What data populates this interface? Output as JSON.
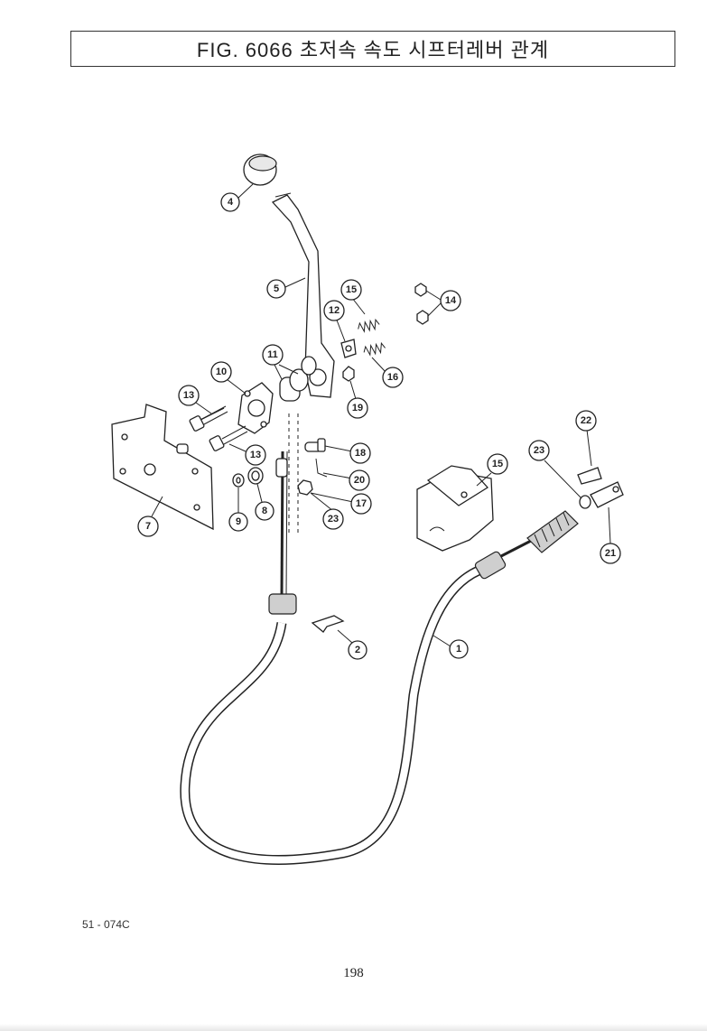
{
  "header": {
    "title": "FIG. 6066 초저속 속도 시프터레버 관계"
  },
  "footer": {
    "drawing_code": "51 - 074C",
    "page_number": "198"
  },
  "callouts": [
    {
      "id": "c1",
      "label": "1"
    },
    {
      "id": "c2",
      "label": "2"
    },
    {
      "id": "c4",
      "label": "4"
    },
    {
      "id": "c5",
      "label": "5"
    },
    {
      "id": "c7",
      "label": "7"
    },
    {
      "id": "c8",
      "label": "8"
    },
    {
      "id": "c9",
      "label": "9"
    },
    {
      "id": "c10",
      "label": "10"
    },
    {
      "id": "c11",
      "label": "11"
    },
    {
      "id": "c12",
      "label": "12"
    },
    {
      "id": "c13a",
      "label": "13"
    },
    {
      "id": "c13b",
      "label": "13"
    },
    {
      "id": "c14",
      "label": "14"
    },
    {
      "id": "c15a",
      "label": "15"
    },
    {
      "id": "c15b",
      "label": "15"
    },
    {
      "id": "c16",
      "label": "16"
    },
    {
      "id": "c17",
      "label": "17"
    },
    {
      "id": "c18",
      "label": "18"
    },
    {
      "id": "c19",
      "label": "19"
    },
    {
      "id": "c20",
      "label": "20"
    },
    {
      "id": "c21",
      "label": "21"
    },
    {
      "id": "c22",
      "label": "22"
    },
    {
      "id": "c23a",
      "label": "23"
    },
    {
      "id": "c23b",
      "label": "23"
    }
  ]
}
